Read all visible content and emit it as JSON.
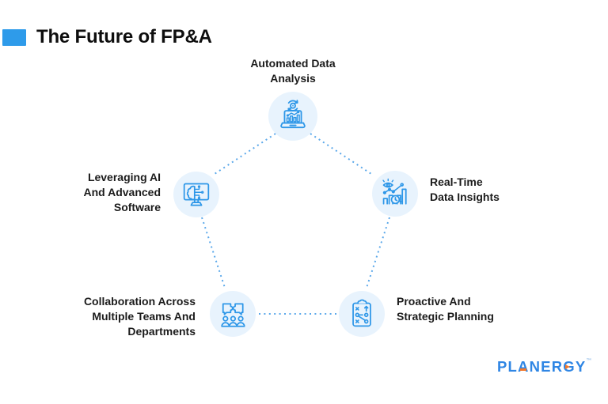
{
  "title": "The Future of FP&A",
  "diagram": {
    "shape": "pentagon-cycle",
    "nodes": [
      {
        "position": "top",
        "label": "Automated Data Analysis",
        "icon": "laptop-gear-analytics-icon"
      },
      {
        "position": "right",
        "label": "Real-Time Data Insights",
        "icon": "eye-chart-clock-icon"
      },
      {
        "position": "bottom-right",
        "label": "Proactive And Strategic Planning",
        "icon": "clipboard-strategy-icon"
      },
      {
        "position": "bottom-left",
        "label": "Collaboration Across Multiple Teams And Departments",
        "icon": "puzzle-people-icon"
      },
      {
        "position": "left",
        "label": "Leveraging AI And Advanced Software",
        "icon": "monitor-ai-brain-icon"
      }
    ]
  },
  "logo": {
    "text": "PLANERGY",
    "trademark": "™"
  },
  "colors": {
    "accent": "#2E9BEA",
    "icon_stroke": "#2E97E8",
    "node_fill": "#E8F3FD",
    "connector": "#5BA8EA",
    "text": "#1B1B1B",
    "logo_blue": "#2F86E4",
    "logo_orange": "#F2772A"
  }
}
